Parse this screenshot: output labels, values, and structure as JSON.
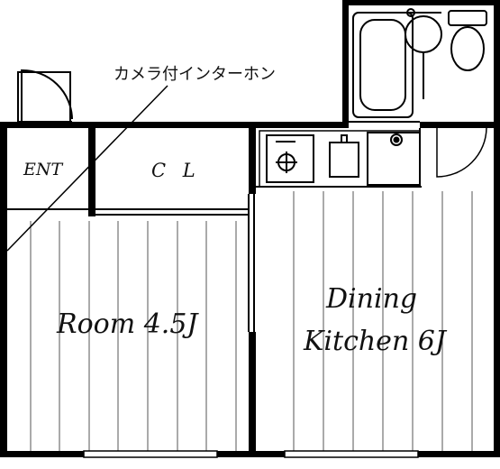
{
  "labels": {
    "intercom_note": "カメラ付インターホン",
    "entrance": "ENT",
    "closet": "C L",
    "room": "Room 4.5J",
    "dining_line1": "Dining",
    "dining_line2": "Kitchen 6J"
  },
  "colors": {
    "wall": "#000000",
    "line": "#333333",
    "background": "#ffffff"
  },
  "icons": {
    "stove": "gas-stove-icon",
    "sink": "kitchen-sink-icon",
    "washer": "washing-machine-pan-icon",
    "bathtub": "bathtub-icon",
    "toilet": "toilet-icon",
    "basin": "wash-basin-icon"
  }
}
